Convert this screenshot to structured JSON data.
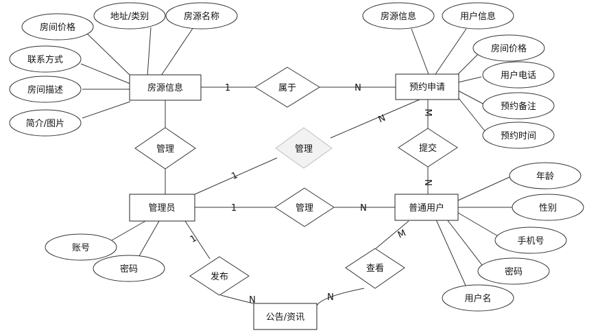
{
  "entities": {
    "house": "房源信息",
    "booking": "预约申请",
    "admin": "管理员",
    "user": "普通用户",
    "notice": "公告/资讯"
  },
  "relations": {
    "belongs": "属于",
    "manage_house": "管理",
    "manage_booking": "管理",
    "manage_user": "管理",
    "submit": "提交",
    "publish": "发布",
    "view": "查看"
  },
  "attributes": {
    "house": [
      "房间价格",
      "地址/类别",
      "房源名称",
      "联系方式",
      "房间描述",
      "简介/图片"
    ],
    "booking": [
      "房源信息",
      "用户信息",
      "房间价格",
      "用户电话",
      "预约备注",
      "预约时间"
    ],
    "admin": [
      "账号",
      "密码"
    ],
    "user": [
      "年龄",
      "性别",
      "手机号",
      "密码",
      "用户名"
    ]
  },
  "cardinalities": {
    "belongs_house": "1",
    "belongs_booking": "N",
    "manage_booking_admin": "1",
    "manage_booking_booking": "N",
    "submit_booking": "M",
    "submit_user": "N",
    "manage_user_admin": "1",
    "manage_user_user": "N",
    "publish_admin": "1",
    "publish_notice": "N",
    "view_notice": "N",
    "view_user": "M"
  }
}
